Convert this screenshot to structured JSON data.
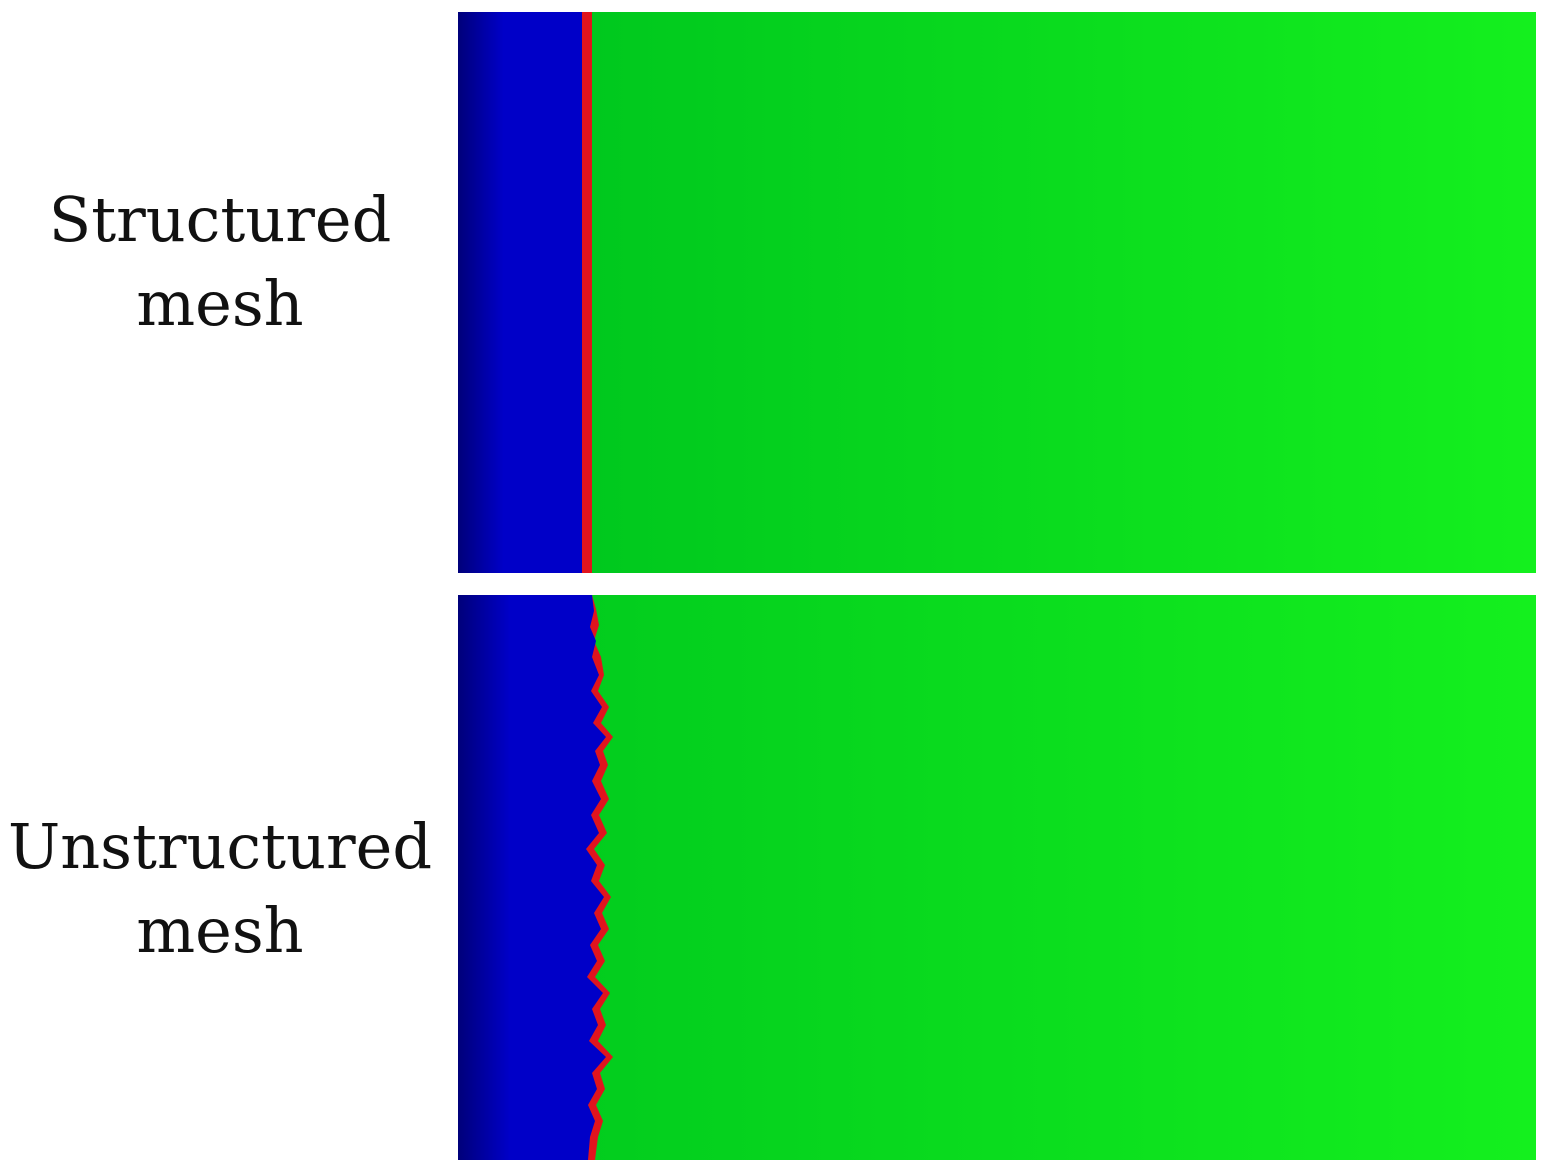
{
  "panels": [
    {
      "id": "structured",
      "label_line1": "Structured",
      "label_line2": "mesh",
      "interface": "straight"
    },
    {
      "id": "unstructured",
      "label_line1": "Unstructured",
      "label_line2": "mesh",
      "interface": "jagged"
    }
  ],
  "colors": {
    "phase_left_dark": "#00007a",
    "phase_left": "#0000c8",
    "interface": "#e0141e",
    "phase_right_dark": "#00c81e",
    "phase_right_light": "#14f01e"
  }
}
